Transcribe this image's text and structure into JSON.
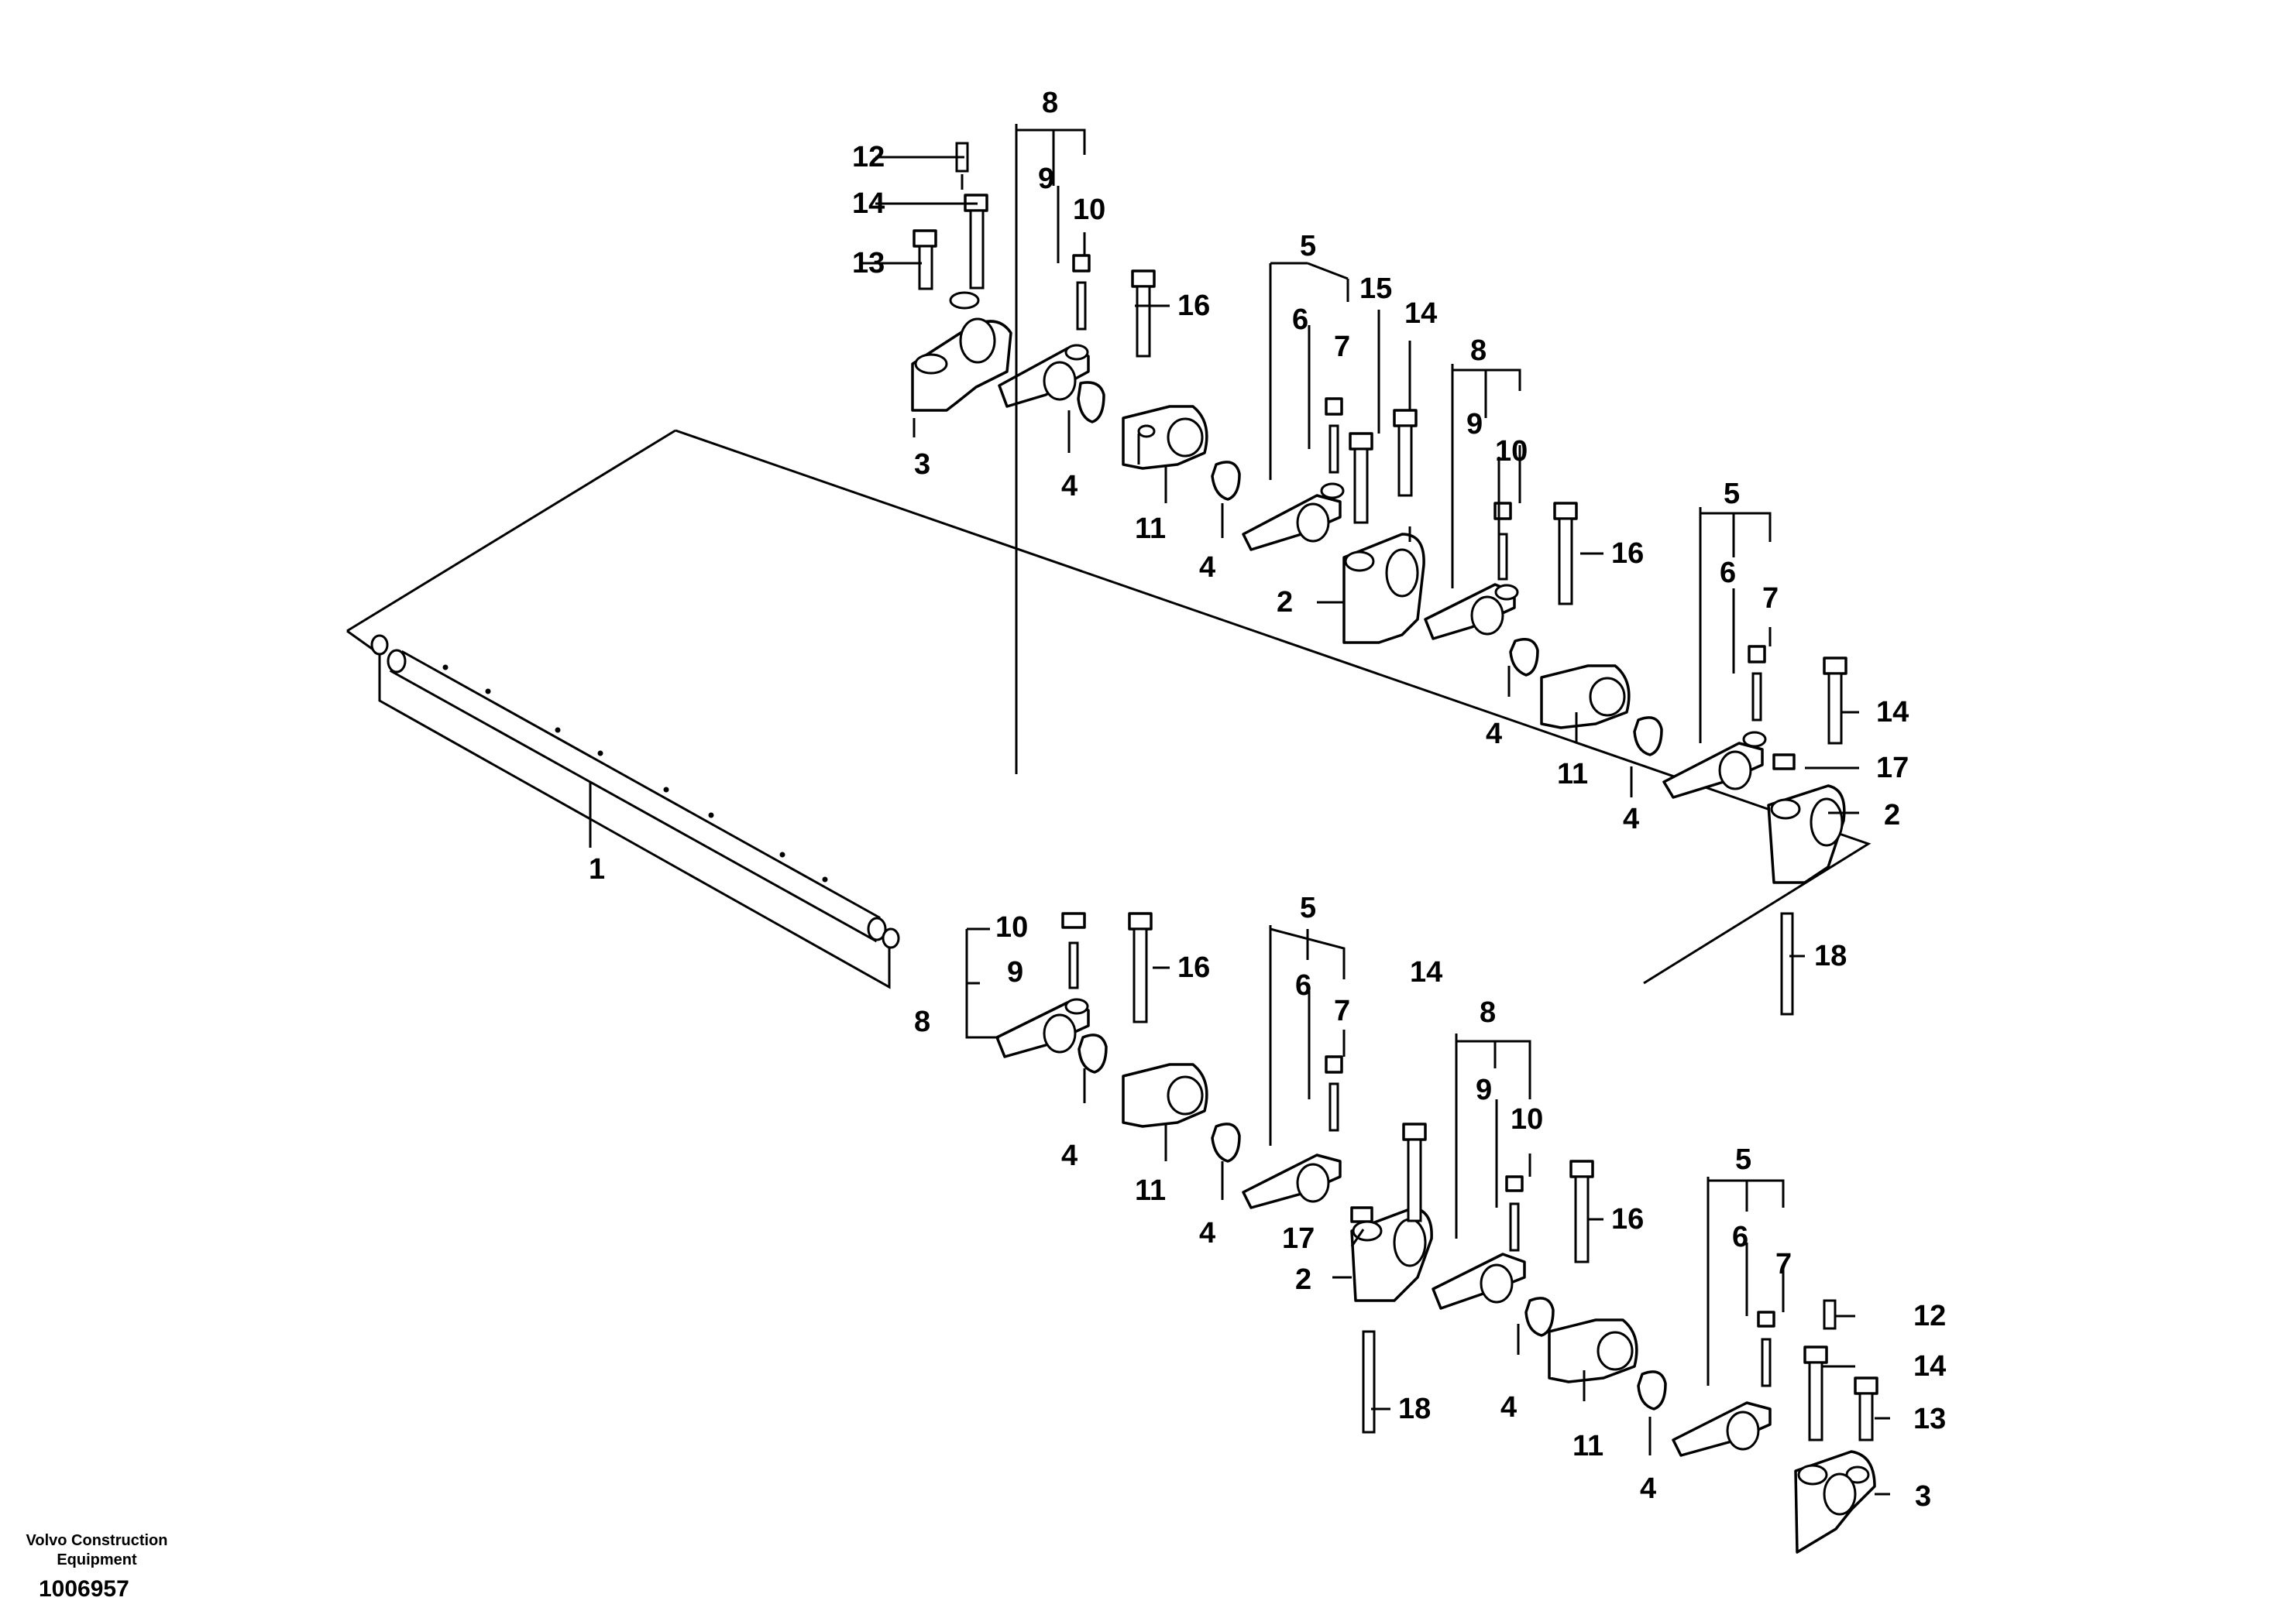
{
  "footer": {
    "company_line1": "Volvo Construction",
    "company_line2": "Equipment",
    "document_number": "1006957"
  },
  "callouts": {
    "c1": "1",
    "c2": "2",
    "c3": "3",
    "c4": "4",
    "c5": "5",
    "c6": "6",
    "c7": "7",
    "c8": "8",
    "c9": "9",
    "c10": "10",
    "c11": "11",
    "c12": "12",
    "c13": "13",
    "c14": "14",
    "c15": "15",
    "c16": "16",
    "c17": "17",
    "c18": "18"
  },
  "colors": {
    "line": "#000000",
    "background": "#ffffff"
  }
}
